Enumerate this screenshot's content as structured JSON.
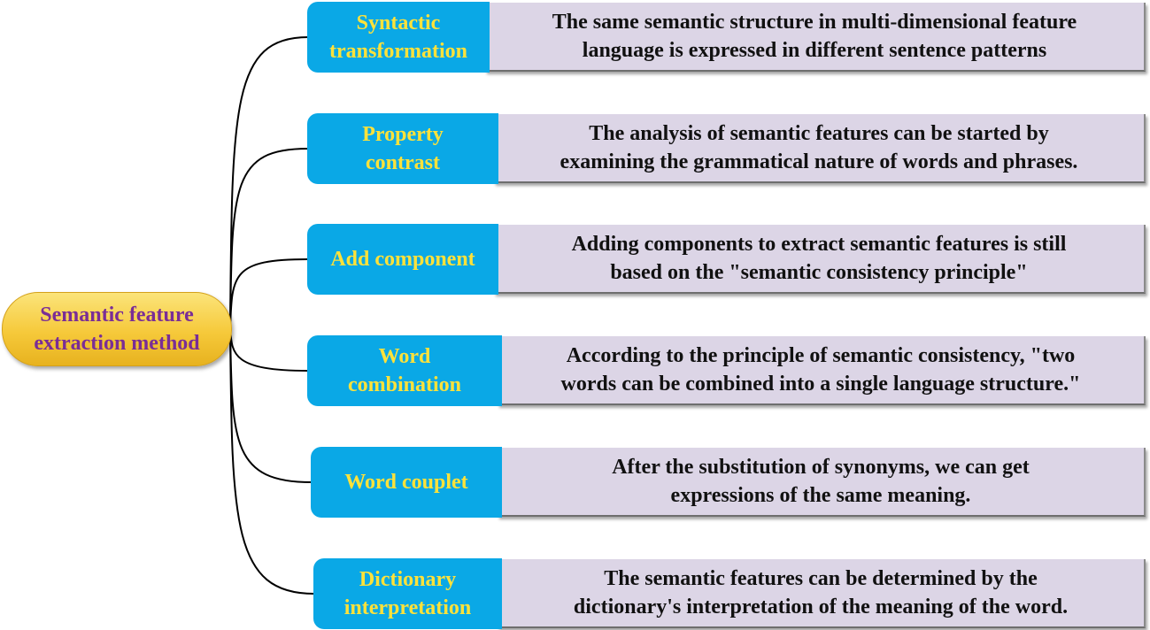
{
  "root": {
    "line1": "Semantic feature",
    "line2": "extraction method"
  },
  "branches": [
    {
      "label1": "Syntactic",
      "label2": "transformation",
      "desc1": "The same semantic structure in multi-dimensional feature",
      "desc2": "language is expressed in different sentence patterns"
    },
    {
      "label1": "Property",
      "label2": "contrast",
      "desc1": "The analysis of semantic features can be started by",
      "desc2": "examining the grammatical nature of words and phrases."
    },
    {
      "label1": "Add component",
      "label2": "",
      "desc1": "Adding components to extract semantic features is still",
      "desc2": "based on the \"semantic consistency principle\""
    },
    {
      "label1": "Word",
      "label2": "combination",
      "desc1": "According to the principle of semantic consistency, \"two",
      "desc2": "words can be combined into a single language structure.\""
    },
    {
      "label1": "Word  couplet",
      "label2": "",
      "desc1": "After the substitution of synonyms, we can get",
      "desc2": "expressions of the same meaning."
    },
    {
      "label1": "Dictionary",
      "label2": "interpretation",
      "desc1": "The semantic features can be determined by the",
      "desc2": "dictionary's interpretation of the meaning of the word."
    }
  ],
  "colors": {
    "root_fill": "#f6c93a",
    "root_text": "#7a2d96",
    "branch_fill": "#0aa8e6",
    "branch_text": "#ffe23a",
    "desc_fill": "#dcd5e6",
    "desc_text": "#111111",
    "connector": "#000000"
  }
}
